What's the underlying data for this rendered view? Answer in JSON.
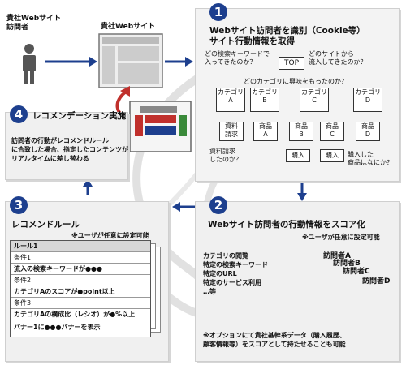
{
  "visitor": {
    "label": "貴社Webサイト\n訪問者"
  },
  "site": {
    "label": "貴社Webサイト"
  },
  "step1": {
    "number": "1",
    "title": "Webサイト訪問者を識別（Cookie等）\nサイト行動情報を取得",
    "q_keyword": "どの検索キーワードで\n入ってきたのか？",
    "q_site": "どのサイトから\n流入してきたのか？",
    "q_category": "どのカテゴリに興味をもったのか？",
    "top": "TOP",
    "categories": [
      "カテゴリ\nA",
      "カテゴリ\nB",
      "カテゴリ\nC",
      "カテゴリ\nD"
    ],
    "items": [
      "資料\n請求",
      "商品\nA",
      "商品\nB",
      "商品\nC",
      "商品\nD"
    ],
    "purchase": [
      "購入",
      "購入"
    ],
    "q_request": "資料請求\nしたのか？",
    "q_purchase": "購入した\n商品はなにか？"
  },
  "step2": {
    "number": "2",
    "title": "Webサイト訪問者の行動情報をスコア化",
    "note": "※ユーザが任意に設定可能",
    "factors": "カテゴリの閲覧\n特定の検索キーワード\n特定のURL\n特定のサービス利用\n…等",
    "visitors": [
      "訪問者A",
      "訪問者B",
      "訪問者C",
      "訪問者D"
    ],
    "footnote": "※オプションにて貴社基幹系データ（購入履歴、\n顧客情報等）をスコアとして持たせることも可能"
  },
  "step3": {
    "number": "3",
    "title": "レコメンドルール",
    "note": "※ユーザが任意に設定可能",
    "rule_head": "ルール1",
    "rows": [
      "条件1",
      "流入の検索キーワードが●●●",
      "条件2",
      "カテゴリAのスコアが●point以上",
      "条件3",
      "カテゴリAの構成比（レシオ）が●%以上",
      "バナー1に●●●バナーを表示"
    ]
  },
  "step4": {
    "number": "4",
    "title": "レコメンデーション実施",
    "desc": "訪問者の行動がレコメンドルール\nに合致した場合、指定したコンテンツが\nリアルタイムに差し替わる"
  },
  "colors": {
    "accent": "#1d3f8e",
    "red": "#c0302c",
    "green": "#3a8a3a",
    "radar": "#d01818"
  }
}
